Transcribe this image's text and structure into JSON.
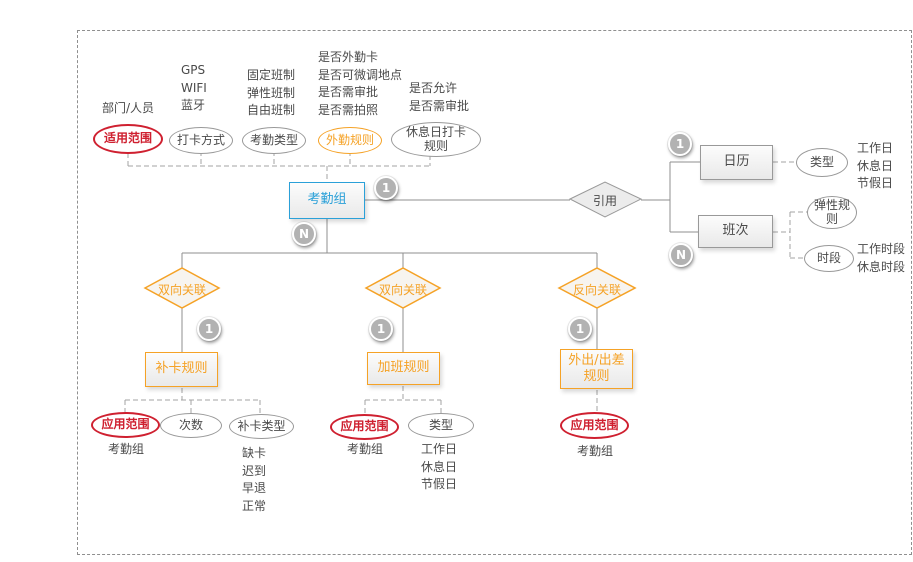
{
  "colors": {
    "red": "#cf2030",
    "orange": "#f5a226",
    "blue": "#2aa0d8",
    "line": "#8f8f8f"
  },
  "root_entity": {
    "label": "考勤组"
  },
  "top_attributes": [
    {
      "label": "适用范围",
      "variant": "red",
      "notes": [
        "部门/人员"
      ]
    },
    {
      "label": "打卡方式",
      "variant": "gray",
      "notes": [
        "GPS",
        "WIFI",
        "蓝牙"
      ]
    },
    {
      "label": "考勤类型",
      "variant": "gray",
      "notes": [
        "固定班制",
        "弹性班制",
        "自由班制"
      ]
    },
    {
      "label": "外勤规则",
      "variant": "orange",
      "notes": [
        "是否外勤卡",
        "是否可微调地点",
        "是否需审批",
        "是否需拍照"
      ]
    },
    {
      "label": "休息日打卡规则",
      "variant": "gray",
      "notes": [
        "是否允许",
        "是否需审批"
      ]
    }
  ],
  "cardinalities": {
    "group_to_reference": "1",
    "group_to_rules": "N",
    "reference_to_calendar": "1",
    "reference_to_shift": "N",
    "rule_buka": "1",
    "rule_jiaban": "1",
    "rule_waichu": "1"
  },
  "reference": {
    "relation_label": "引用",
    "calendar": {
      "label": "日历",
      "attributes": [
        {
          "label": "类型",
          "notes": [
            "工作日",
            "休息日",
            "节假日"
          ]
        }
      ]
    },
    "shift": {
      "label": "班次",
      "attributes": [
        {
          "label": "弹性规则",
          "notes": []
        },
        {
          "label": "时段",
          "notes": [
            "工作时段",
            "休息时段"
          ]
        }
      ]
    }
  },
  "rules": [
    {
      "relation": "双向关联",
      "label": "补卡规则",
      "attributes": [
        {
          "label": "应用范围",
          "variant": "red",
          "notes": [
            "考勤组"
          ]
        },
        {
          "label": "次数",
          "variant": "gray",
          "notes": []
        },
        {
          "label": "补卡类型",
          "variant": "gray",
          "notes": [
            "缺卡",
            "迟到",
            "早退",
            "正常"
          ]
        }
      ]
    },
    {
      "relation": "双向关联",
      "label": "加班规则",
      "attributes": [
        {
          "label": "应用范围",
          "variant": "red",
          "notes": [
            "考勤组"
          ]
        },
        {
          "label": "类型",
          "variant": "gray",
          "notes": [
            "工作日",
            "休息日",
            "节假日"
          ]
        }
      ]
    },
    {
      "relation": "反向关联",
      "label": "外出/出差规则",
      "attributes": [
        {
          "label": "应用范围",
          "variant": "red",
          "notes": [
            "考勤组"
          ]
        }
      ]
    }
  ]
}
